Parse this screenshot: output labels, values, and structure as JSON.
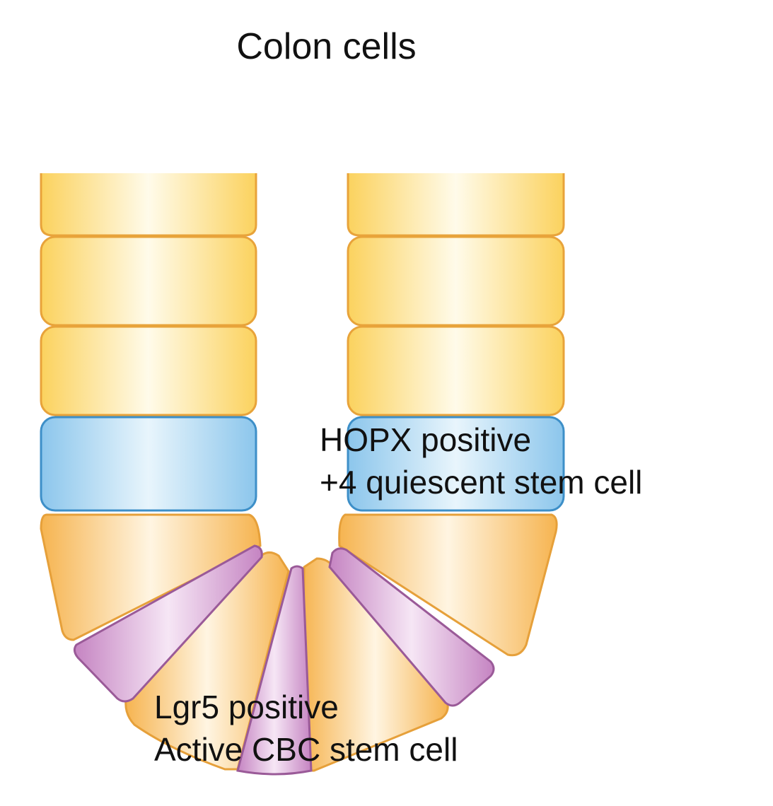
{
  "diagram": {
    "title": "Colon cells",
    "labels": {
      "hopx_line1": "HOPX positive",
      "hopx_line2": "+4 quiescent stem cell",
      "lgr5_line1": "Lgr5 positive",
      "lgr5_line2": "Active CBC stem cell"
    },
    "colors": {
      "yellow_cell": "#fbd86a",
      "yellow_stroke": "#e8a33a",
      "blue_cell": "#9fd0ef",
      "blue_stroke": "#3d8fc8",
      "orange_cell": "#f7bd5c",
      "orange_stroke": "#e6a03a",
      "purple_cell": "#c98cc6",
      "purple_stroke": "#9a5a98"
    }
  }
}
